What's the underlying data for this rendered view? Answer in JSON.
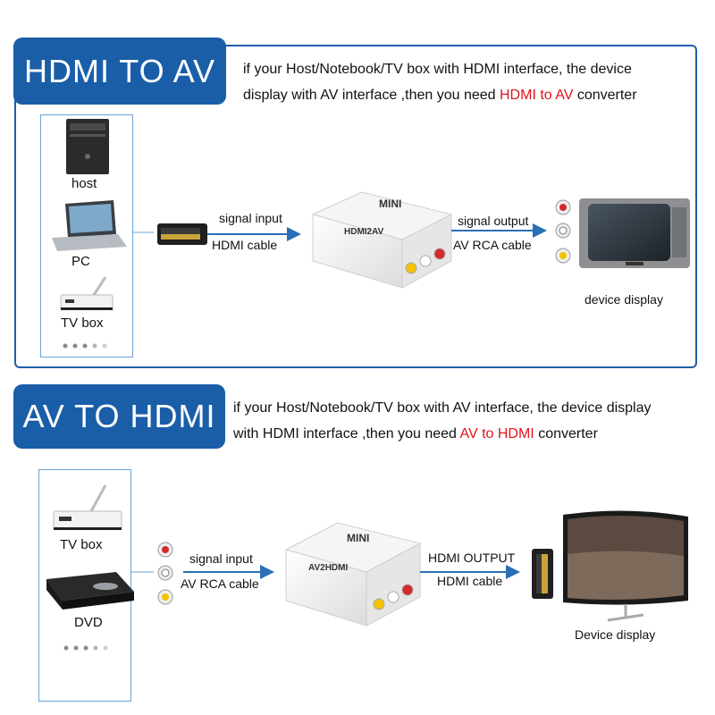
{
  "hdmi_to_av": {
    "title": "HDMI TO AV",
    "desc_line1": "if your Host/Notebook/TV box with HDMI interface, the device",
    "desc_line2_pre": "display with AV interface ,then you need ",
    "desc_line2_hl": "HDMI to AV",
    "desc_line2_post": " converter",
    "sources": [
      "host",
      "PC",
      "TV box"
    ],
    "input_label": "signal input",
    "input_cable": "HDMI cable",
    "device_brand": "MINI",
    "device_model": "HDMI2AV",
    "output_label": "signal output",
    "output_cable": "AV RCA cable",
    "target": "device display"
  },
  "av_to_hdmi": {
    "title": "AV TO HDMI",
    "desc_line1": "if your Host/Notebook/TV box with AV interface, the device display",
    "desc_line2_pre": "with HDMI interface ,then you need ",
    "desc_line2_hl": "AV to HDMI",
    "desc_line2_post": " converter",
    "sources": [
      "TV box",
      "DVD"
    ],
    "input_label": "signal input",
    "input_cable": "AV RCA cable",
    "device_brand": "MINI",
    "device_model": "AV2HDMI",
    "output_label": "HDMI OUTPUT",
    "output_cable": "HDMI cable",
    "target": "Device display"
  },
  "colors": {
    "banner": "#1a5ea8",
    "highlight": "#e0141e",
    "arrow": "#2a6fb6",
    "border": "#1e5fa8"
  }
}
